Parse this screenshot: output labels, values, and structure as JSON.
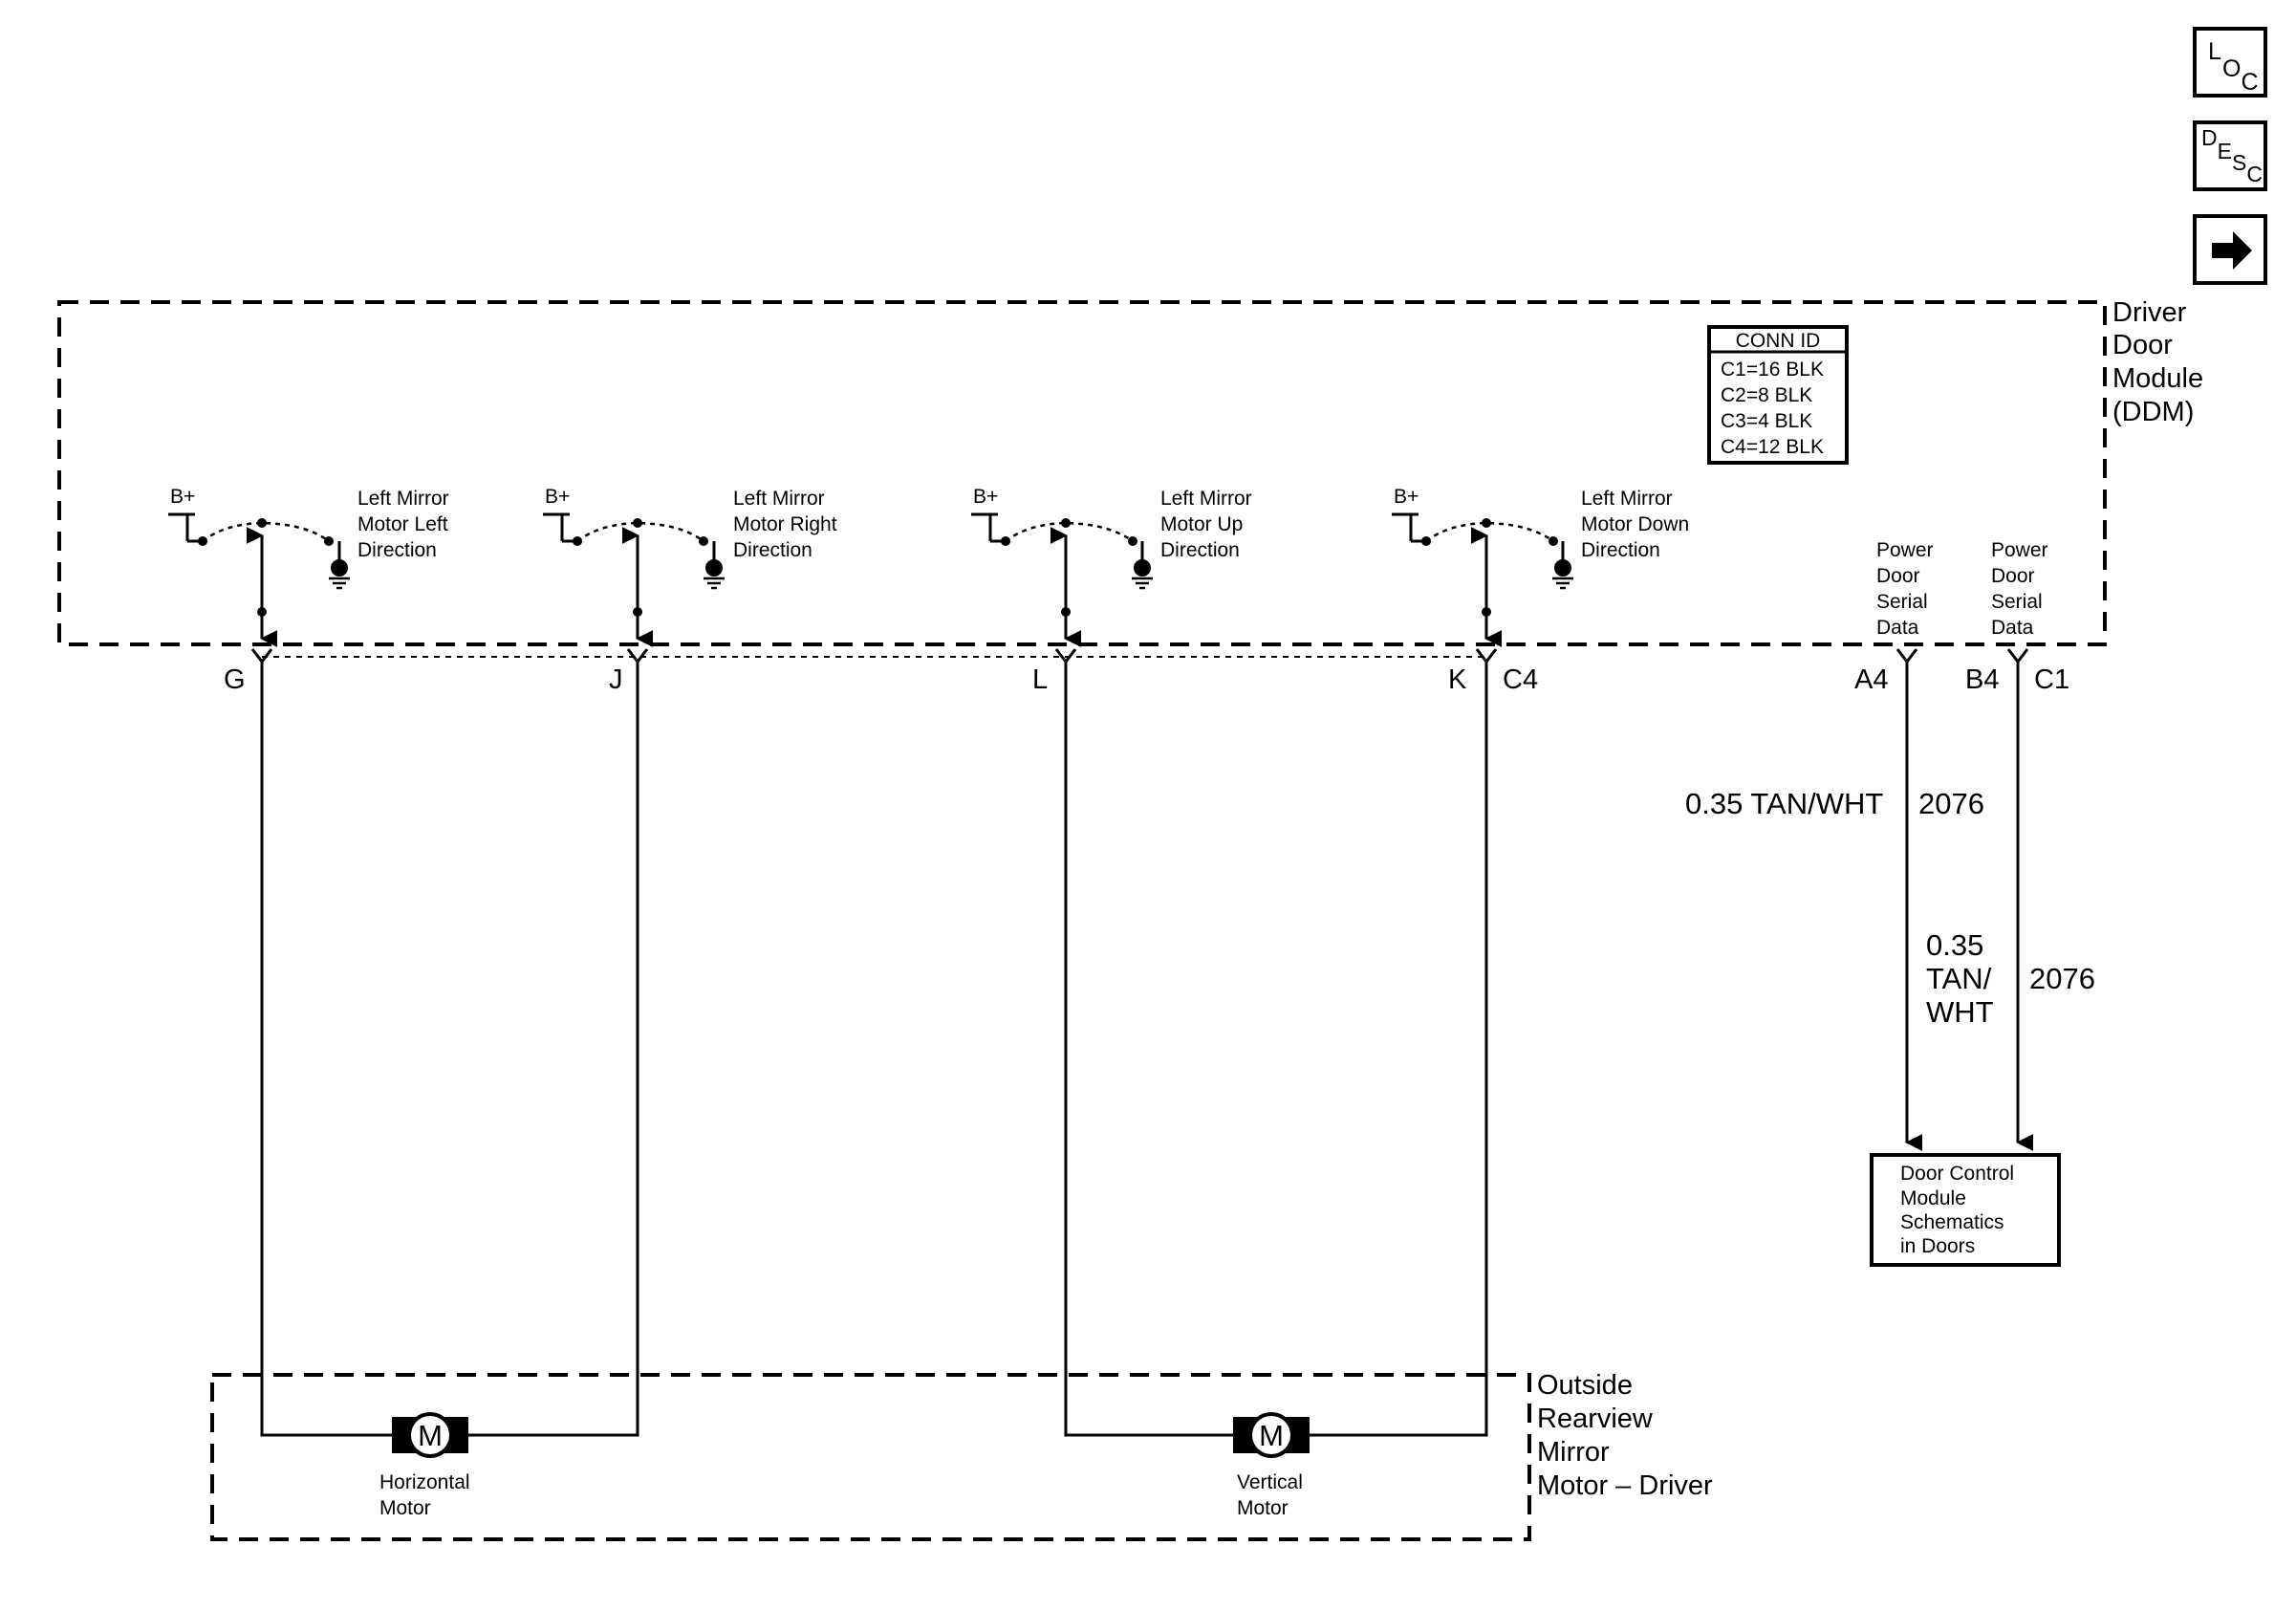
{
  "nav": {
    "loc": {
      "big": "L",
      "small": "OC"
    },
    "desc": {
      "big": "D",
      "e": "E",
      "s": "S",
      "c": "C"
    },
    "next_icon": "right-arrow-icon"
  },
  "ddm": {
    "title_lines": [
      "Driver",
      "Door",
      "Module",
      "(DDM)"
    ],
    "conn_id": {
      "header": "CONN ID",
      "rows": [
        "C1=16 BLK",
        "C2=8 BLK",
        "C3=4 BLK",
        "C4=12 BLK"
      ]
    },
    "switches": [
      {
        "bplus": "B+",
        "label": [
          "Left Mirror",
          "Motor Left",
          "Direction"
        ],
        "pin": "G"
      },
      {
        "bplus": "B+",
        "label": [
          "Left Mirror",
          "Motor Right",
          "Direction"
        ],
        "pin": "J"
      },
      {
        "bplus": "B+",
        "label": [
          "Left Mirror",
          "Motor Up",
          "Direction"
        ],
        "pin": "L"
      },
      {
        "bplus": "B+",
        "label": [
          "Left Mirror",
          "Motor Down",
          "Direction"
        ],
        "pin": "K"
      }
    ],
    "connector_c4": "C4",
    "serial": [
      {
        "label": [
          "Power",
          "Door",
          "Serial",
          "Data"
        ],
        "pin": "A4"
      },
      {
        "label": [
          "Power",
          "Door",
          "Serial",
          "Data"
        ],
        "pin": "B4"
      }
    ],
    "connector_c1": "C1"
  },
  "wires": {
    "a4": {
      "gauge_color": "0.35 TAN/WHT",
      "circuit": "2076"
    },
    "b4": {
      "gauge_lines": [
        "0.35",
        "TAN/",
        "WHT"
      ],
      "circuit": "2076"
    }
  },
  "door_control": {
    "lines": [
      "Door Control",
      "Module",
      "Schematics",
      "in Doors"
    ]
  },
  "mirror": {
    "title_lines": [
      "Outside",
      "Rearview",
      "Mirror",
      "Motor – Driver"
    ],
    "motors": [
      {
        "symbol": "M",
        "label": [
          "Horizontal",
          "Motor"
        ]
      },
      {
        "symbol": "M",
        "label": [
          "Vertical",
          "Motor"
        ]
      }
    ]
  }
}
